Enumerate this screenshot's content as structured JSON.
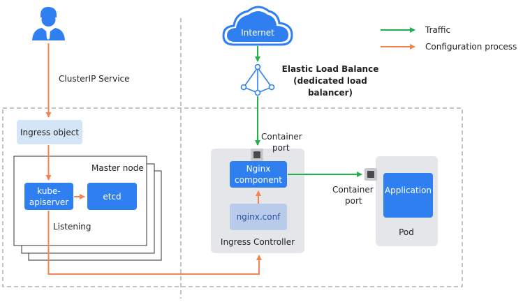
{
  "legend": {
    "traffic": "Traffic",
    "configuration": "Configuration process",
    "traffic_color": "#1fb24a",
    "configuration_color": "#f5824f"
  },
  "left": {
    "user_icon": "user-icon",
    "service_label": "ClusterIP Service",
    "ingress_object": "Ingress object",
    "master_node": "Master node",
    "apiserver_line1": "kube-",
    "apiserver_line2": "apiserver",
    "etcd": "etcd",
    "listening": "Listening"
  },
  "right": {
    "internet": "Internet",
    "elb_line1": "Elastic Load Balance",
    "elb_line2": "(dedicated load",
    "elb_line3": "balancer)",
    "container_port_top_line1": "Container",
    "container_port_top_line2": "port",
    "nginx_line1": "Nginx",
    "nginx_line2": "component",
    "nginx_conf": "nginx.conf",
    "ingress_controller": "Ingress Controller",
    "container_port_right_line1": "Container",
    "container_port_right_line2": "port",
    "application": "Application",
    "pod": "Pod"
  },
  "colors": {
    "primary_blue": "#2f7ff1",
    "light_blue": "#d4e5f8",
    "soft_blue": "#b9cbea",
    "grey_panel": "#e4e6e9",
    "dark_port": "#4a4a4a"
  }
}
